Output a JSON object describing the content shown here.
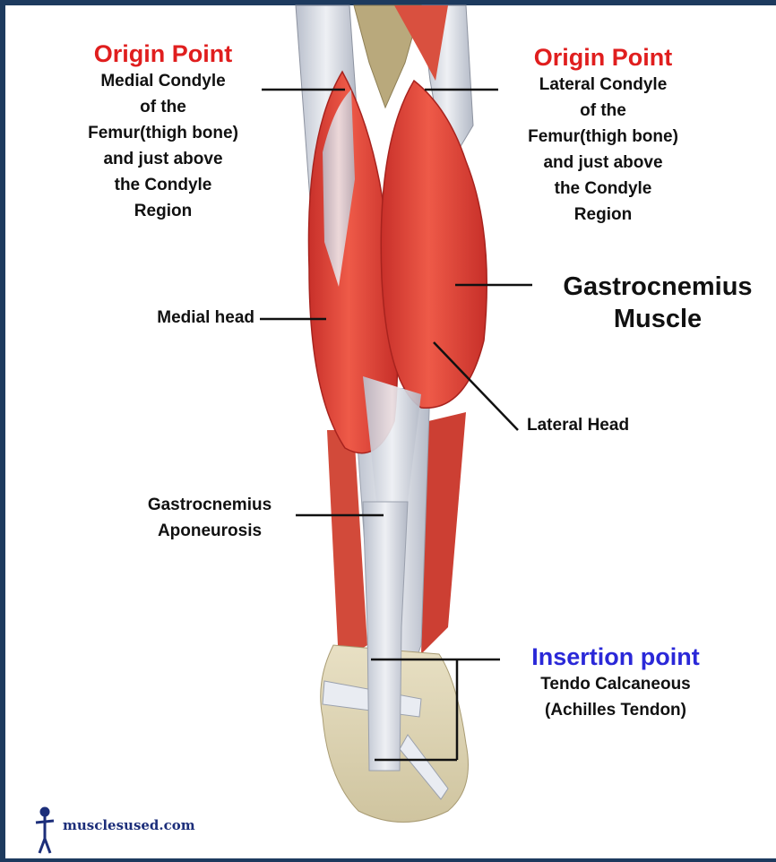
{
  "origin_medial": {
    "title": "Origin Point",
    "lines": [
      "Medial Condyle",
      "of the",
      "Femur(thigh bone)",
      "and just above",
      "the Condyle",
      "Region"
    ]
  },
  "origin_lateral": {
    "title": "Origin Point",
    "lines": [
      "Lateral Condyle",
      "of the",
      "Femur(thigh bone)",
      "and just above",
      "the Condyle",
      "Region"
    ]
  },
  "muscle_name": [
    "Gastrocnemius",
    "Muscle"
  ],
  "medial_head": "Medial head",
  "lateral_head": "Lateral Head",
  "aponeurosis": [
    "Gastrocnemius",
    "Aponeurosis"
  ],
  "insertion": {
    "title": "Insertion point",
    "lines": [
      "Tendo Calcaneous",
      "(Achilles Tendon)"
    ]
  },
  "logo": "musclesused.com",
  "colors": {
    "frame": "#1d3a5e",
    "muscle": "#e0463a",
    "tendon": "#d5d9e1",
    "origin_title": "#e01e1e",
    "insertion_title": "#2a28d8"
  }
}
